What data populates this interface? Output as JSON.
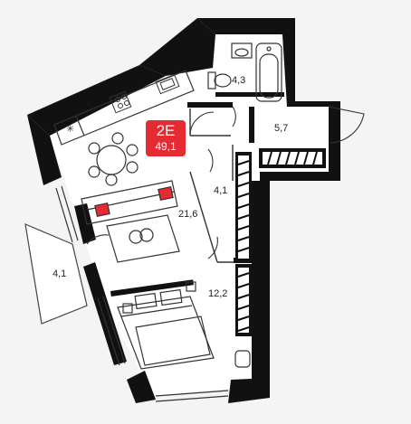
{
  "unit": {
    "type": "2E",
    "total_area": "49,1"
  },
  "rooms": {
    "bathroom": "4,3",
    "hallway": "5,7",
    "corridor": "4,1",
    "living_kitchen": "21,6",
    "balcony": "4,1",
    "bedroom": "12,2"
  },
  "colors": {
    "wall": "#111111",
    "accent": "#e52a32",
    "floor": "#ffffff",
    "background": "#f4f4f4",
    "line": "#333333"
  },
  "icons": [
    "wall-icon",
    "sink-icon",
    "toilet-icon",
    "bathtub-icon",
    "stove-icon",
    "fan-icon",
    "dining-table-icon",
    "sofa-icon",
    "bed-icon",
    "wardrobe-icon",
    "door-icon",
    "window-icon"
  ]
}
